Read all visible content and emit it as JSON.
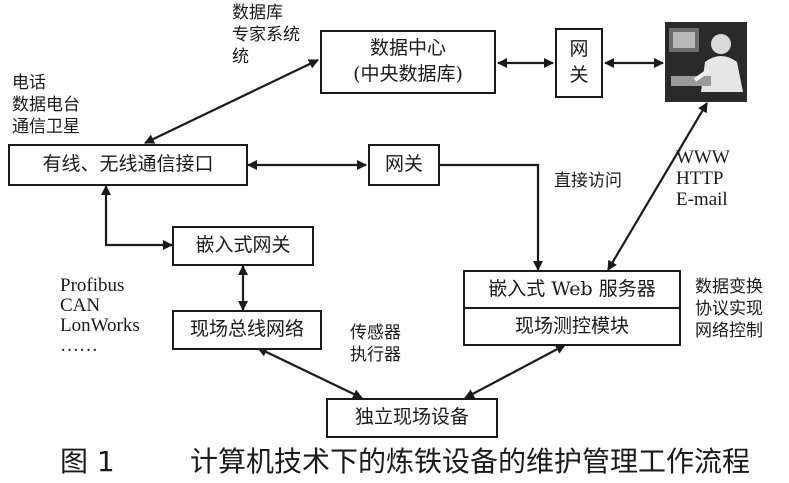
{
  "nodes": {
    "data_center": "数据中心\n(中央数据库)",
    "gateway_top": "网\n关",
    "wired_wireless": "有线、无线通信接口",
    "gateway_mid": "网关",
    "embedded_gateway": "嵌入式网关",
    "fieldbus": "现场总线网络",
    "web_server": "嵌入式 Web 服务器",
    "measure_control": "现场测控模块",
    "field_device": "独立现场设备"
  },
  "labels": {
    "db_expert": "数据库\n专家系统\n统",
    "phone_radio": "电话\n数据电台\n通信卫星",
    "direct_access": "直接访问",
    "www_http": "WWW\nHTTP\nE-mail",
    "protocols": "Profibus\nCAN\nLonWorks\n……",
    "sensors": "传感器\n执行器",
    "data_exchange": "数据变换\n协议实现\n网络控制"
  },
  "icons": {
    "user_terminal": "computer-user-icon"
  },
  "caption": {
    "figure_no": "图 1",
    "title": "计算机技术下的炼铁设备的维护管理工作流程"
  }
}
